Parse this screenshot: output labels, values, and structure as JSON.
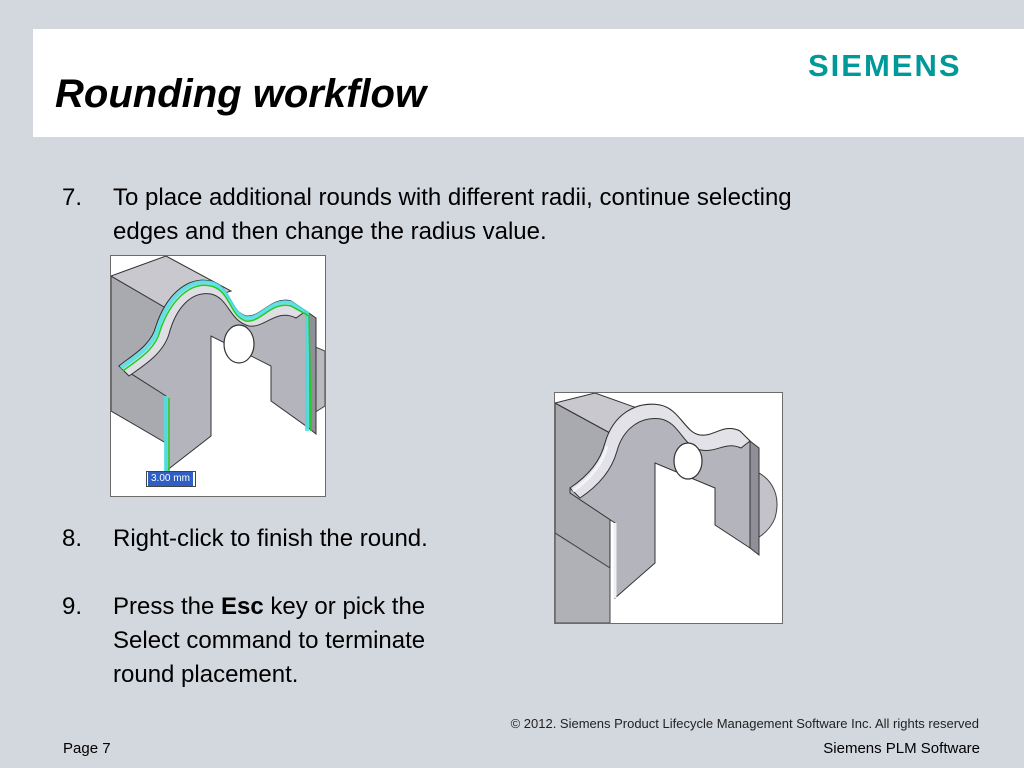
{
  "header": {
    "title": "Rounding workflow",
    "logo": "SIEMENS"
  },
  "steps": [
    {
      "number": "7.",
      "line1": "To place additional rounds with different radii, continue selecting",
      "line2": "edges and then change the radius value."
    },
    {
      "number": "8.",
      "text": "Right-click to finish the round."
    },
    {
      "number": "9.",
      "line1_pre": "Press the ",
      "line1_bold": "Esc",
      "line1_post": " key or pick the",
      "line2": "Select command to terminate",
      "line3": "round placement."
    }
  ],
  "figure1": {
    "dimension_label": "3.00 mm"
  },
  "footer": {
    "copyright": "© 2012. Siemens Product Lifecycle Management Software Inc. All rights reserved",
    "page": "Page 7",
    "brand": "Siemens PLM Software"
  },
  "colors": {
    "logo": "#009999",
    "background": "#d3d7de",
    "selection_edge": "#22cc22",
    "selection_highlight": "#55e0e6"
  }
}
